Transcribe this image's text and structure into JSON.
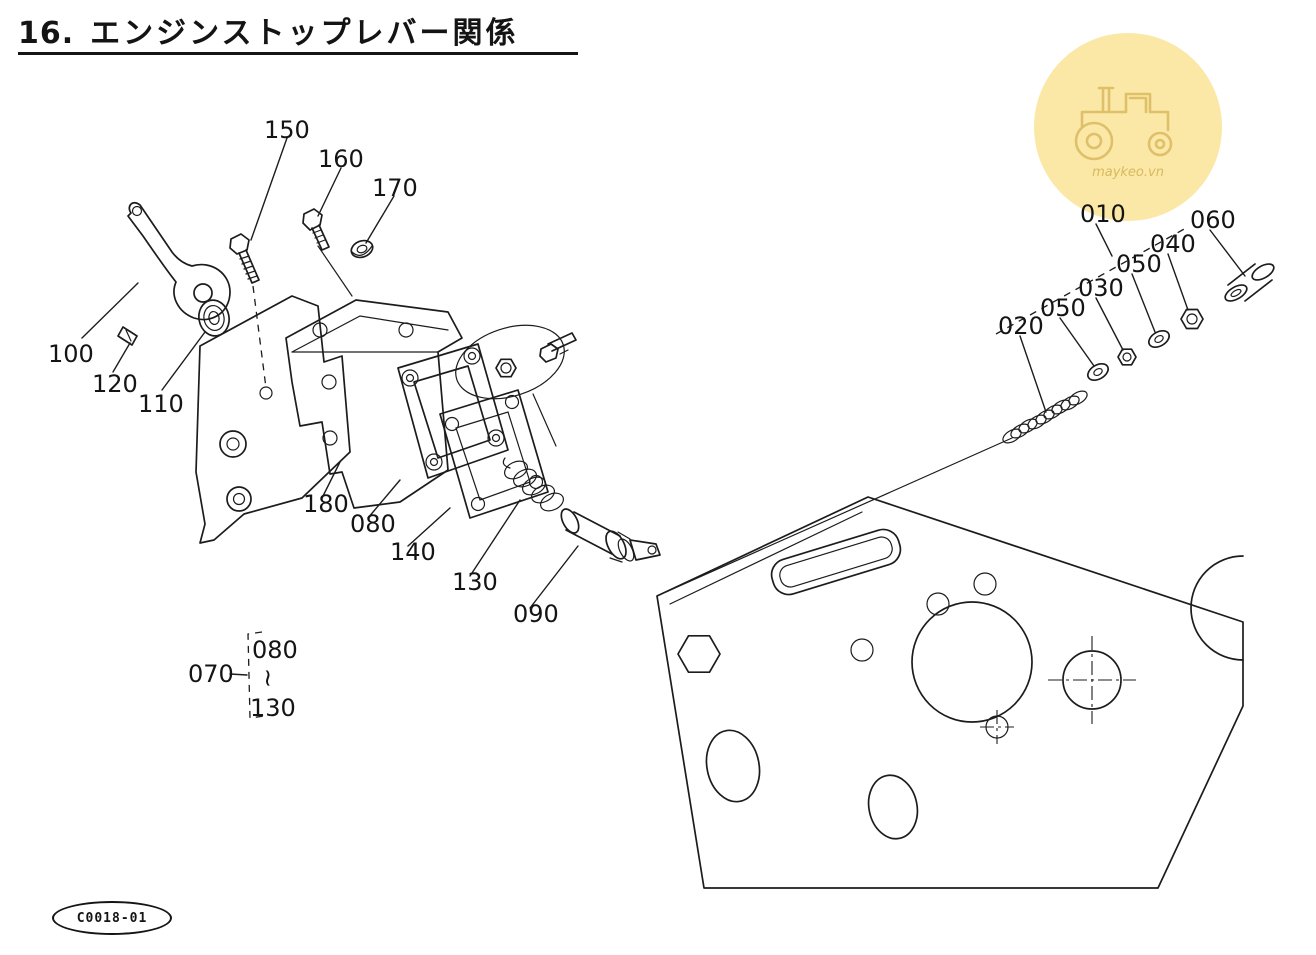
{
  "header": {
    "number": "16.",
    "title": "エンジンストップレバー関係"
  },
  "watermark": {
    "text": "maykeo.vn"
  },
  "stamp": {
    "code": "C0018-01"
  },
  "colors": {
    "ink": "#1c1c1c",
    "watermark_bg": "#fbe8a6",
    "watermark_line": "#dfc06a"
  },
  "labels": {
    "p010": "010",
    "p020": "020",
    "p030": "030",
    "p040": "040",
    "p050": "050",
    "p060": "060",
    "p070": "070",
    "p080": "080",
    "p090": "090",
    "p100": "100",
    "p110": "110",
    "p120": "120",
    "p130": "130",
    "p140": "140",
    "p150": "150",
    "p160": "160",
    "p170": "170",
    "p180": "180",
    "range_symbol": "~"
  }
}
